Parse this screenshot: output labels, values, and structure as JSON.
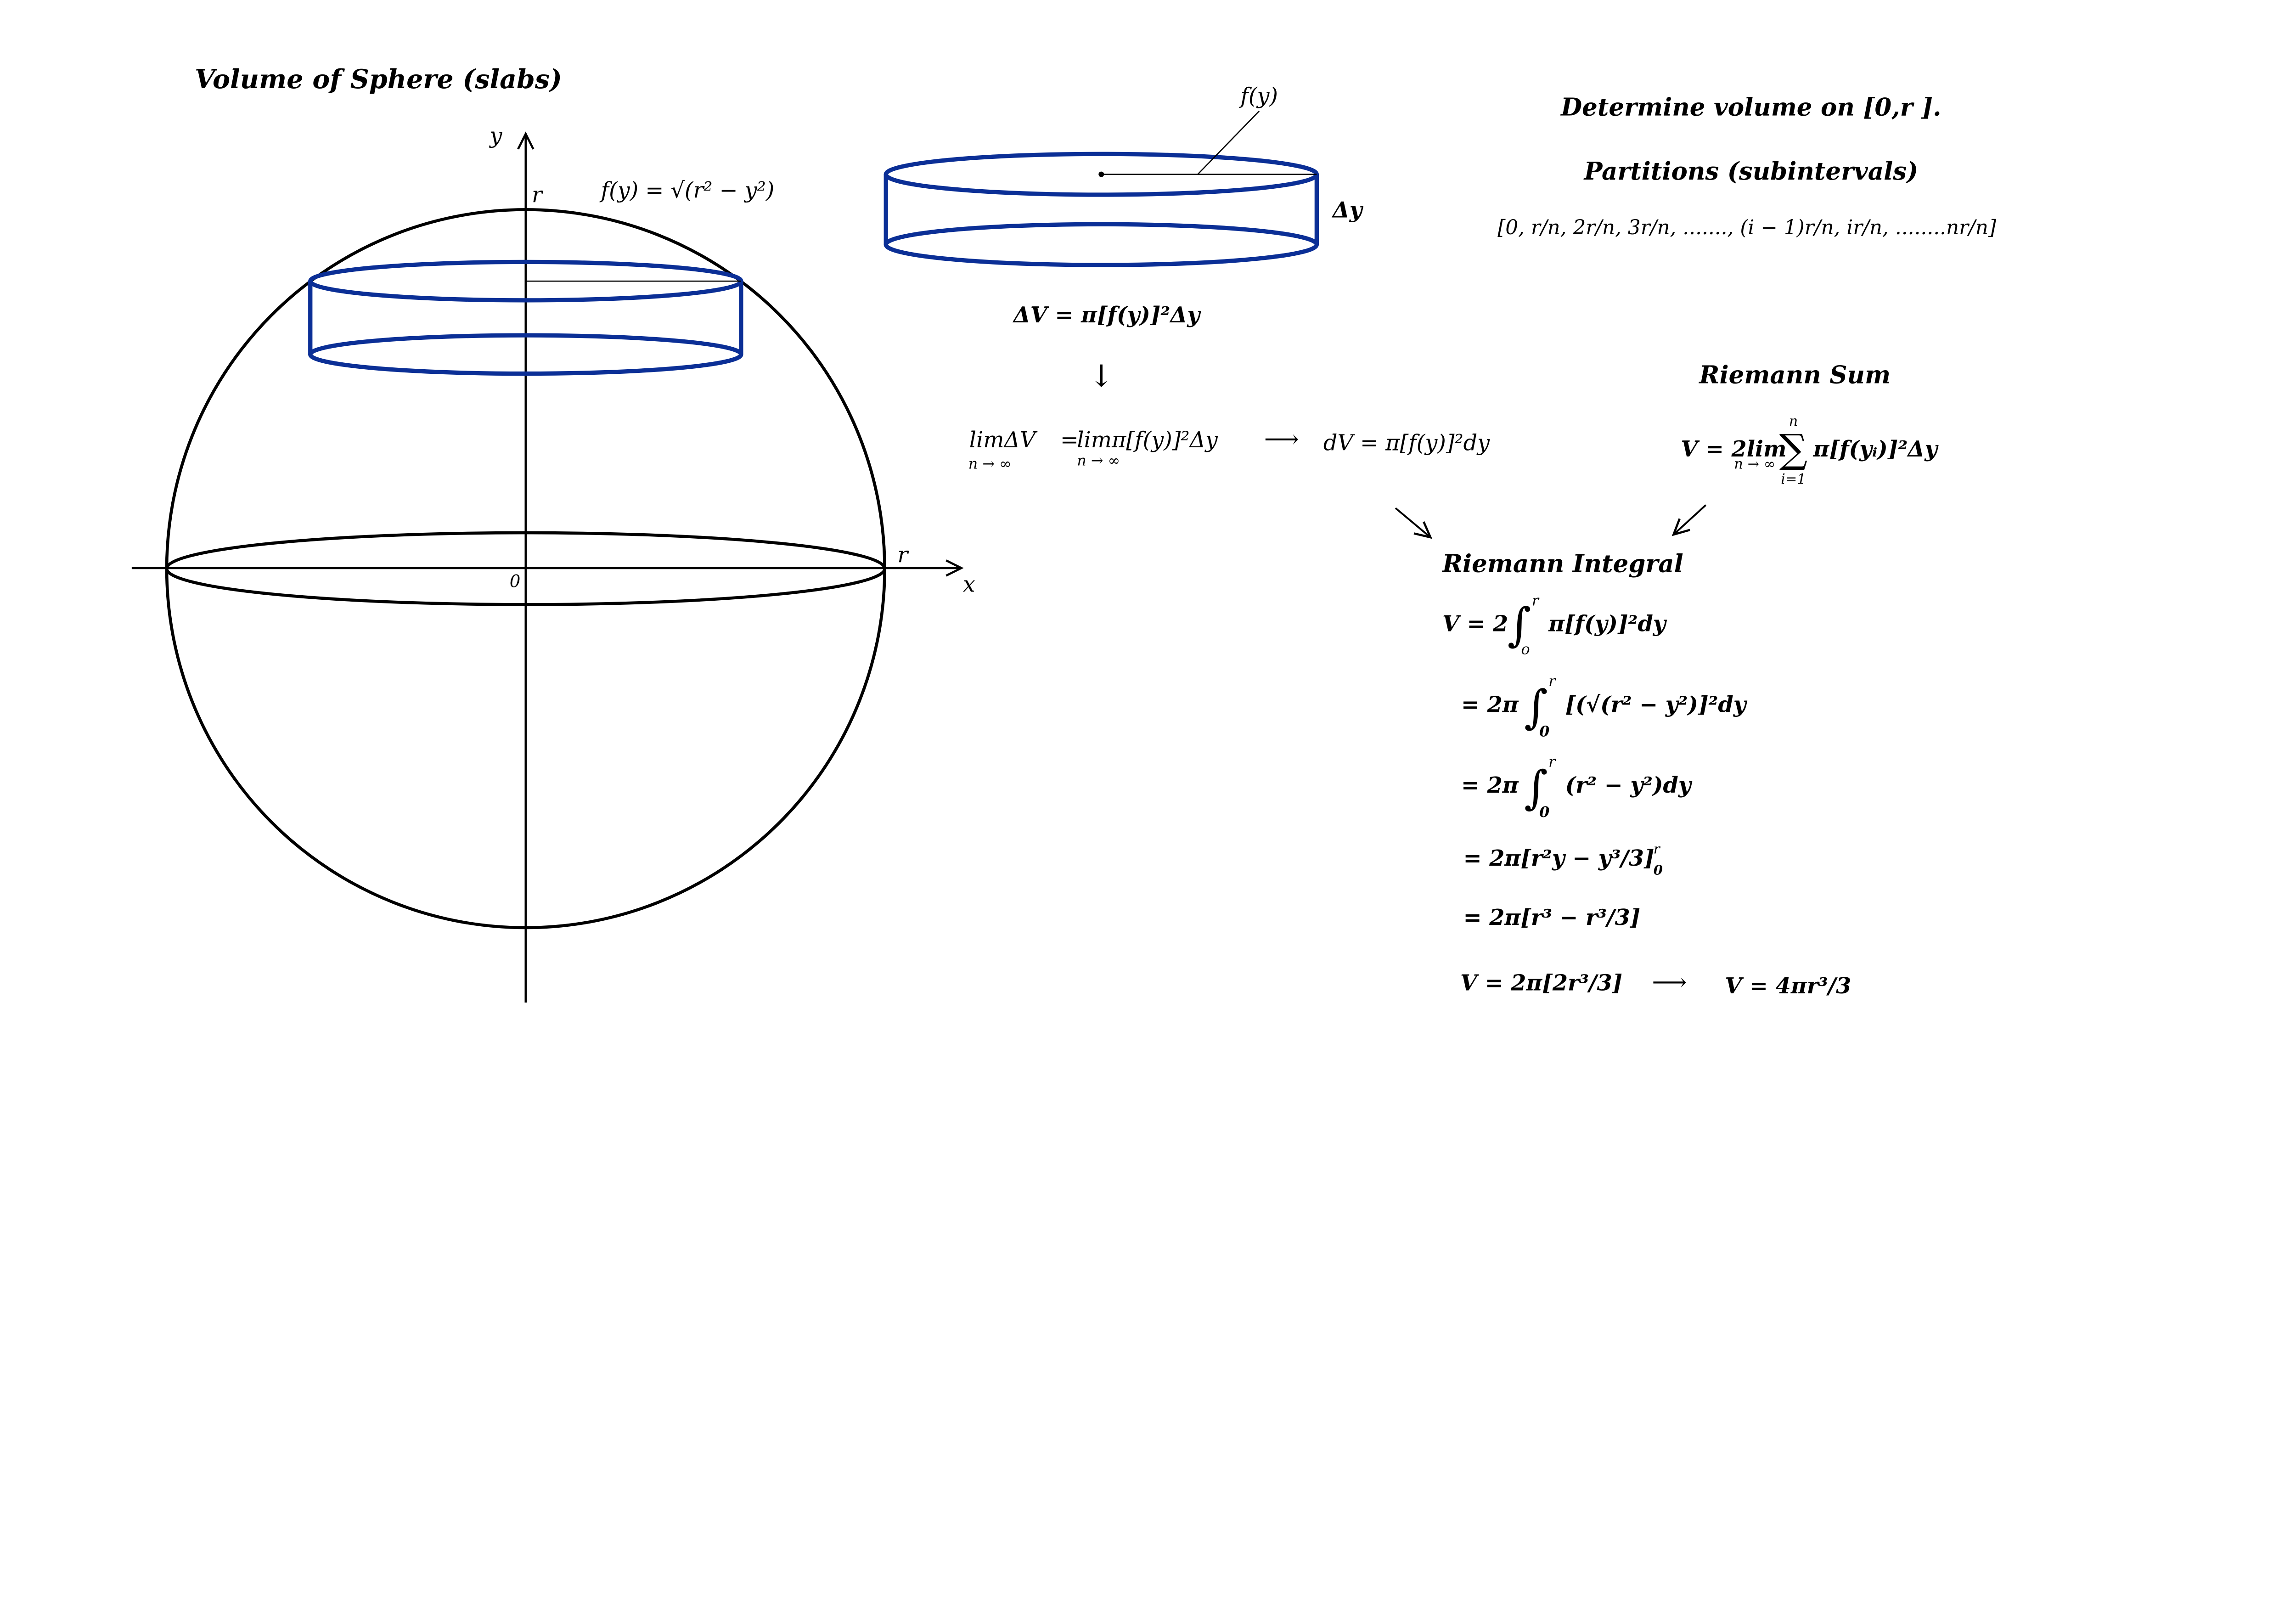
{
  "colors": {
    "slab": "#0b2f96",
    "line": "#000000",
    "background": "#ffffff"
  },
  "left": {
    "title": "Volume of Sphere (slabs)",
    "y_axis_label": "y",
    "x_axis_label": "x",
    "origin_label": "0",
    "top_r_label": "r",
    "right_r_label": "r",
    "function_label": "f(y) = √(r² − y²)"
  },
  "cylinder": {
    "radius_label": "f(y)",
    "height_label": "Δy",
    "volume_formula": "ΔV = π[f(y)]²Δy",
    "down_arrow": "↓"
  },
  "limit": {
    "lhs": "limΔV",
    "lhs_sub": "n → ∞",
    "eq": "=",
    "rhs": "limπ[f(y)]²Δy",
    "rhs_sub": "n → ∞",
    "arrow": "⟶",
    "result": "dV = π[f(y)]²dy"
  },
  "partitions": {
    "heading": "Determine volume on [0,r ].",
    "subheading": "Partitions (subintervals)",
    "sequence": "[0, r/n, 2r/n, 3r/n, ......., (i − 1)r/n, ir/n, ........nr/n]"
  },
  "riemann_sum": {
    "heading": "Riemann Sum",
    "lhs": "V = 2lim",
    "lim_sub": "n → ∞",
    "sigma": "∑",
    "sigma_top": "n",
    "sigma_bottom": "i=1",
    "body": "π[f(yᵢ)]²Δy"
  },
  "riemann_integral": {
    "heading": "Riemann Integral",
    "lines": [
      {
        "prefix": "V = 2",
        "lower": "o",
        "upper": "r",
        "body": "π[f(y)]²dy"
      },
      {
        "prefix": "= 2π",
        "lower": "0",
        "upper": "r",
        "body": "[(√(r² − y²)]²dy"
      },
      {
        "prefix": "= 2π",
        "lower": "0",
        "upper": "r",
        "body": "(r² − y²)dy"
      }
    ],
    "step4": "= 2π[r²y − y³/3]",
    "step4_sub": "0",
    "step4_sup": "r",
    "step5": "= 2π[r³ − r³/3]",
    "step6": "V = 2π[2r³/3]",
    "final_arrow": "⟶",
    "final": "V = 4πr³/3"
  }
}
